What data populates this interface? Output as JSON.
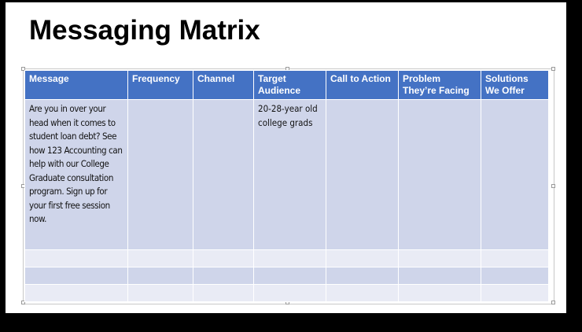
{
  "slide": {
    "title": "Messaging Matrix"
  },
  "table": {
    "columns": [
      {
        "label": "Message"
      },
      {
        "label": "Frequency"
      },
      {
        "label": "Channel"
      },
      {
        "label": "Target\nAudience"
      },
      {
        "label": "Call to Action"
      },
      {
        "label": "Problem\nThey’re Facing"
      },
      {
        "label": "Solutions\nWe Offer"
      }
    ],
    "rows": [
      {
        "message": "Are you in over your head when it comes to student loan debt? See how 123 Accounting can help with our College Graduate consultation program. Sign up for your first free session now.",
        "frequency": "",
        "channel": "",
        "target_audience": "20-28-year old college grads",
        "call_to_action": "",
        "problem": "",
        "solutions": ""
      },
      {
        "message": "",
        "frequency": "",
        "channel": "",
        "target_audience": "",
        "call_to_action": "",
        "problem": "",
        "solutions": ""
      },
      {
        "message": "",
        "frequency": "",
        "channel": "",
        "target_audience": "",
        "call_to_action": "",
        "problem": "",
        "solutions": ""
      },
      {
        "message": "",
        "frequency": "",
        "channel": "",
        "target_audience": "",
        "call_to_action": "",
        "problem": "",
        "solutions": ""
      }
    ]
  },
  "colors": {
    "header_bg": "#4472c4",
    "row_dark": "#cfd5ea",
    "row_light": "#e9ebf5",
    "backdrop": "#000000"
  }
}
